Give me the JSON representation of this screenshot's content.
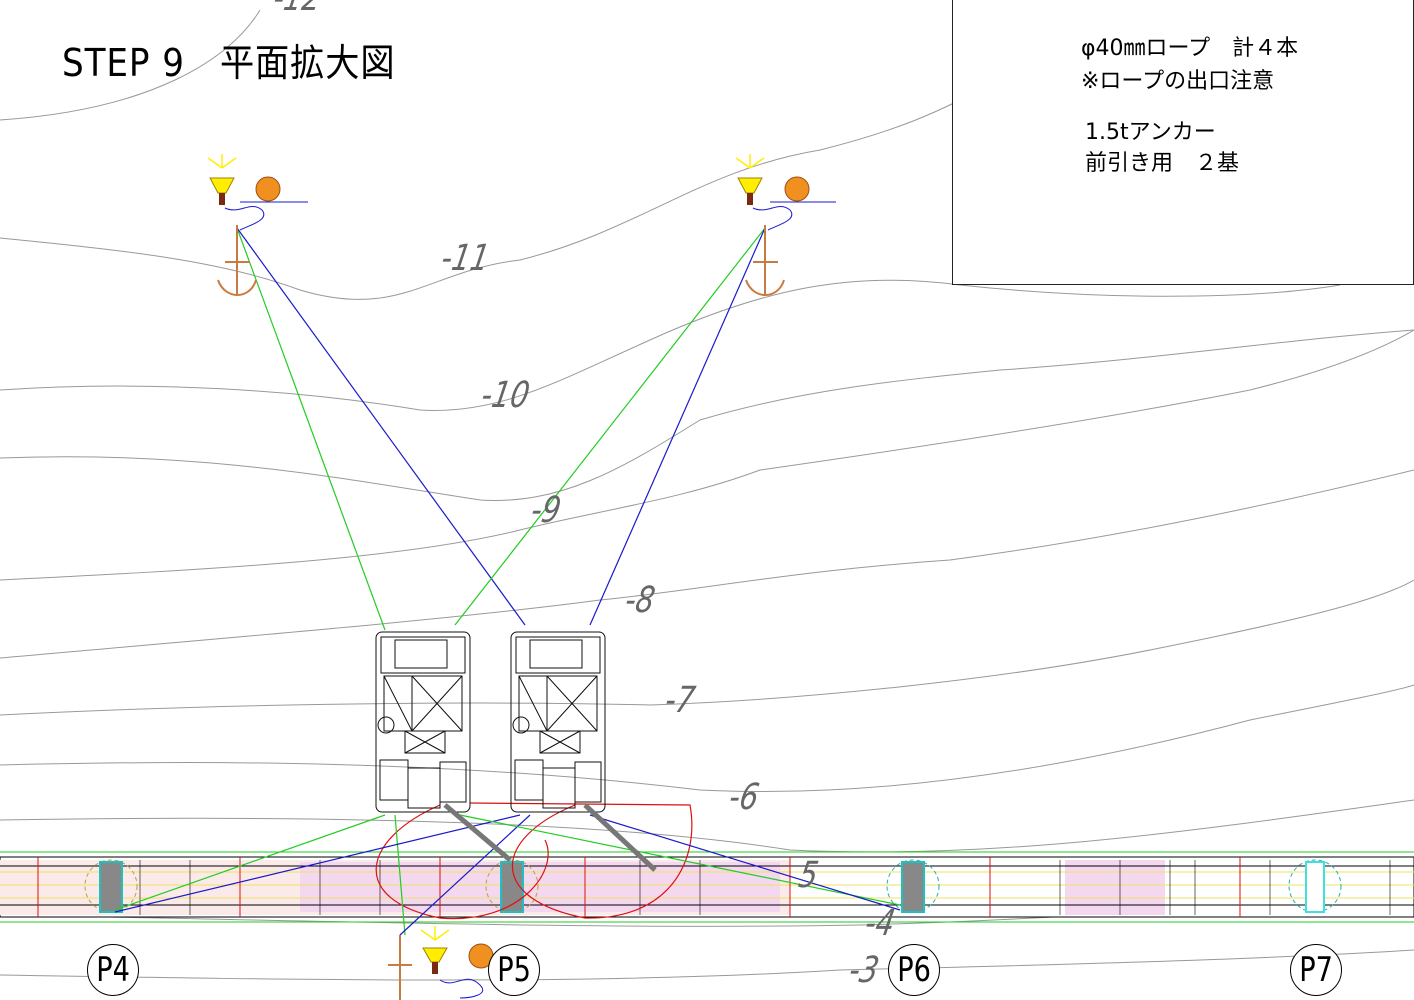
{
  "title": "STEP 9　平面拡大図",
  "legend": {
    "rope_line1": "φ40㎜ロープ　計４本",
    "rope_line2": "※ロープの出口注意",
    "anchor_line1": "1.5tアンカー",
    "anchor_line2": "前引き用　２基"
  },
  "contours": [
    "-12",
    "-11",
    "-10",
    "-9",
    "-8",
    "-7",
    "-6",
    "5",
    "-4",
    "-3"
  ],
  "piers": [
    "P4",
    "P5",
    "P6",
    "P7"
  ],
  "colors": {
    "rope_green": "#22cc22",
    "rope_blue": "#1a1acc",
    "red": "#dd1111",
    "buoy": "#f09020",
    "light": "#ffee00",
    "anchor": "#c87a40",
    "cyan": "#40e0e0"
  }
}
